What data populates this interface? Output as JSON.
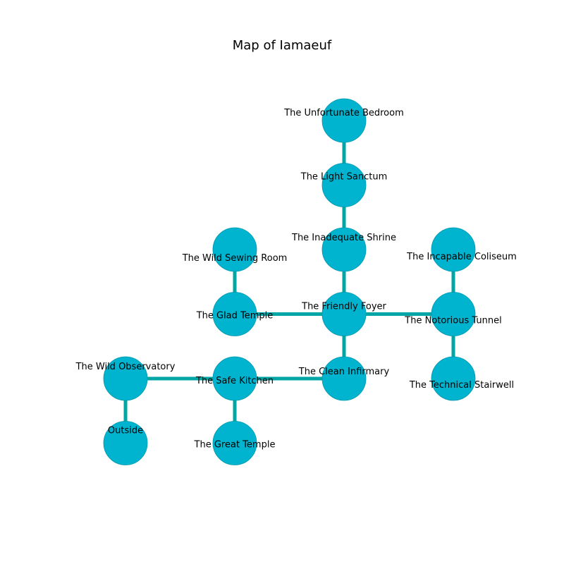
{
  "title": "Map of Iamaeuf",
  "colors": {
    "node": "#00b4d0",
    "node_stroke": "#0097ab",
    "edge": "#00a5a5"
  },
  "rooms": [
    {
      "id": "unfortunate_bedroom",
      "label": "The Unfortunate Bedroom",
      "col": 2,
      "row": 0
    },
    {
      "id": "light_sanctum",
      "label": "The Light Sanctum",
      "col": 2,
      "row": 1
    },
    {
      "id": "inadequate_shrine",
      "label": "The Inadequate Shrine",
      "col": 2,
      "row": 2
    },
    {
      "id": "wild_sewing_room",
      "label": "The Wild Sewing Room",
      "col": 1,
      "row": 2
    },
    {
      "id": "incapable_coliseum",
      "label": "The Incapable Coliseum",
      "col": 3,
      "row": 2
    },
    {
      "id": "glad_temple",
      "label": "The Glad Temple",
      "col": 1,
      "row": 3
    },
    {
      "id": "friendly_foyer",
      "label": "The Friendly Foyer",
      "col": 2,
      "row": 3
    },
    {
      "id": "notorious_tunnel",
      "label": "The Notorious Tunnel",
      "col": 3,
      "row": 3
    },
    {
      "id": "wild_observatory",
      "label": "The Wild Observatory",
      "col": 0,
      "row": 4
    },
    {
      "id": "safe_kitchen",
      "label": "The Safe Kitchen",
      "col": 1,
      "row": 4
    },
    {
      "id": "clean_infirmary",
      "label": "The Clean Infirmary",
      "col": 2,
      "row": 4
    },
    {
      "id": "technical_stairwell",
      "label": "The Technical Stairwell",
      "col": 3,
      "row": 4
    },
    {
      "id": "outside",
      "label": "Outside",
      "col": 0,
      "row": 5
    },
    {
      "id": "great_temple",
      "label": "The Great Temple",
      "col": 1,
      "row": 5
    }
  ],
  "connections": [
    [
      "unfortunate_bedroom",
      "light_sanctum"
    ],
    [
      "light_sanctum",
      "inadequate_shrine"
    ],
    [
      "inadequate_shrine",
      "friendly_foyer"
    ],
    [
      "wild_sewing_room",
      "glad_temple"
    ],
    [
      "glad_temple",
      "friendly_foyer"
    ],
    [
      "friendly_foyer",
      "notorious_tunnel"
    ],
    [
      "incapable_coliseum",
      "notorious_tunnel"
    ],
    [
      "notorious_tunnel",
      "technical_stairwell"
    ],
    [
      "friendly_foyer",
      "clean_infirmary"
    ],
    [
      "clean_infirmary",
      "safe_kitchen"
    ],
    [
      "safe_kitchen",
      "wild_observatory"
    ],
    [
      "wild_observatory",
      "outside"
    ],
    [
      "safe_kitchen",
      "great_temple"
    ]
  ]
}
